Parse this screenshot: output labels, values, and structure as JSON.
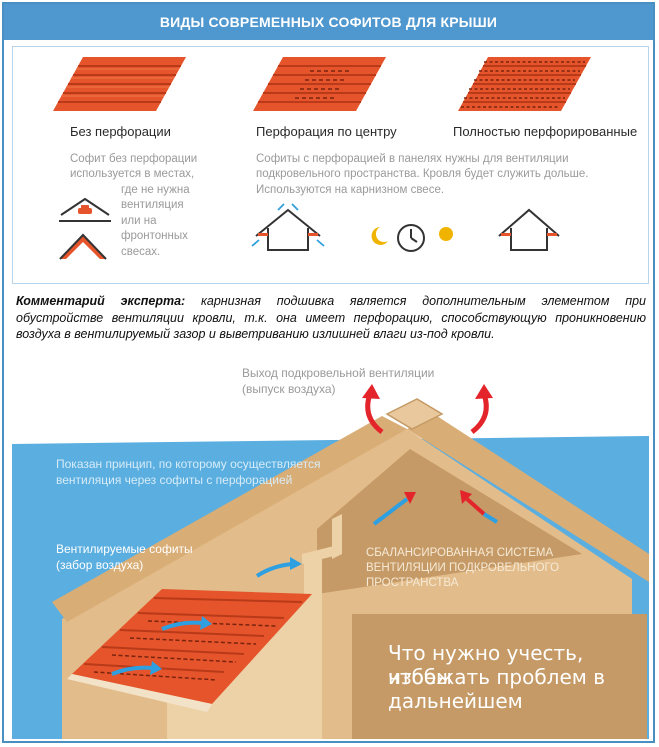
{
  "title": "ВИДЫ СОВРЕМЕННЫХ СОФИТОВ ДЛЯ КРЫШИ",
  "types": [
    {
      "label": "Без перфорации"
    },
    {
      "label": "Перфорация по центру"
    },
    {
      "label": "Полностью перфорированные"
    }
  ],
  "desc_no_perf": {
    "line1": "Софит без перфорации",
    "line2": "используется в местах,",
    "line3": "где не нужна",
    "line4": "вентиляция",
    "line5": "или на",
    "line6": "фронтонных",
    "line7": "свесах."
  },
  "desc_perf": {
    "line1": "Софиты с перфорацией в панелях нужны для вентиляции",
    "line2": "подкровельного пространства. Кровля будет служить дольше.",
    "line3": "Используются на карнизном свесе."
  },
  "comment": {
    "bold": "Комментарий эксперта:",
    "text": " карнизная подшивка является дополнительным элементом при обустройстве вентиляции кровли, т.к. она имеет перфорацию, способствующую проникновению воздуха в вентилируемый зазор и выветриванию излишней влаги из-под кровли."
  },
  "scene": {
    "exit_line1": "Выход подкровельной вентиляции",
    "exit_line2": "(выпуск воздуха)",
    "principle_line1": "Показан принцип, по которому осуществляется",
    "principle_line2": "вентиляция через софиты с перфорацией",
    "vent_line1": "Вентилируемые софиты",
    "vent_line2": "(забор воздуха)",
    "balanced_line1": "СБАЛАНСИРОВАННАЯ СИСТЕМА",
    "balanced_line2": "ВЕНТИЛЯЦИИ ПОДКРОВЕЛЬНОГО ПРОСТРАНСТВА",
    "big_line1": "Что нужно учесть, чтобы",
    "big_line2": "избежать проблем в",
    "big_line3": "дальнейшем"
  },
  "colors": {
    "accent_blue": "#4f97cf",
    "soffit_orange": "#e5542a",
    "sky": "#5aaee0",
    "wood": "#e2bc8a",
    "wood_dark": "#c59a66",
    "air_red": "#e3242b",
    "air_blue": "#2e9fe0"
  }
}
